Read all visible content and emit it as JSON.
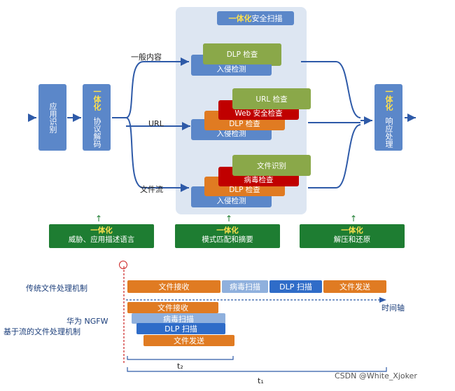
{
  "panel_title": {
    "prefix": "一体化",
    "suffix": "安全扫描"
  },
  "left_box_1": "应用识别",
  "left_box_2": {
    "top": "一体化",
    "bottom": "协议解码"
  },
  "right_box": {
    "top": "一体化",
    "bottom": "响应处理"
  },
  "branch_labels": [
    "一般内容",
    "URL",
    "文件流"
  ],
  "group1": {
    "front": "入侵检测",
    "back": "DLP 检查"
  },
  "group2": {
    "front": "入侵检测",
    "l2": "DLP 检查",
    "l3": "Web 安全检查",
    "l4": "URL 检查"
  },
  "group3": {
    "front": "入侵检测",
    "l2": "DLP 检查",
    "l3": "病毒检查",
    "l4": "文件识别"
  },
  "green_boxes": [
    {
      "title": "一体化",
      "text": "威胁、应用描述语言"
    },
    {
      "title": "一体化",
      "text": "模式匹配和摘要"
    },
    {
      "title": "一体化",
      "text": "解压和还原"
    }
  ],
  "timeline": {
    "traditional_label": "传统文件处理机制",
    "traditional_steps": [
      "文件接收",
      "病毒扫描",
      "DLP 扫描",
      "文件发送"
    ],
    "axis_label": "时间轴",
    "huawei_label_1": "华为 NGFW",
    "huawei_label_2": "基于流的文件处理机制",
    "huawei_steps": [
      "文件接收",
      "病毒扫描",
      "DLP 扫描",
      "文件发送"
    ],
    "t2": "t₂",
    "t1": "t₁"
  },
  "watermark": "CSDN @White_Xjoker",
  "colors": {
    "blue": "#5b87c9",
    "orange": "#e07b22",
    "red": "#c00000",
    "olive": "#8aa849",
    "green": "#1e7d32",
    "panel": "#dde6f2"
  }
}
